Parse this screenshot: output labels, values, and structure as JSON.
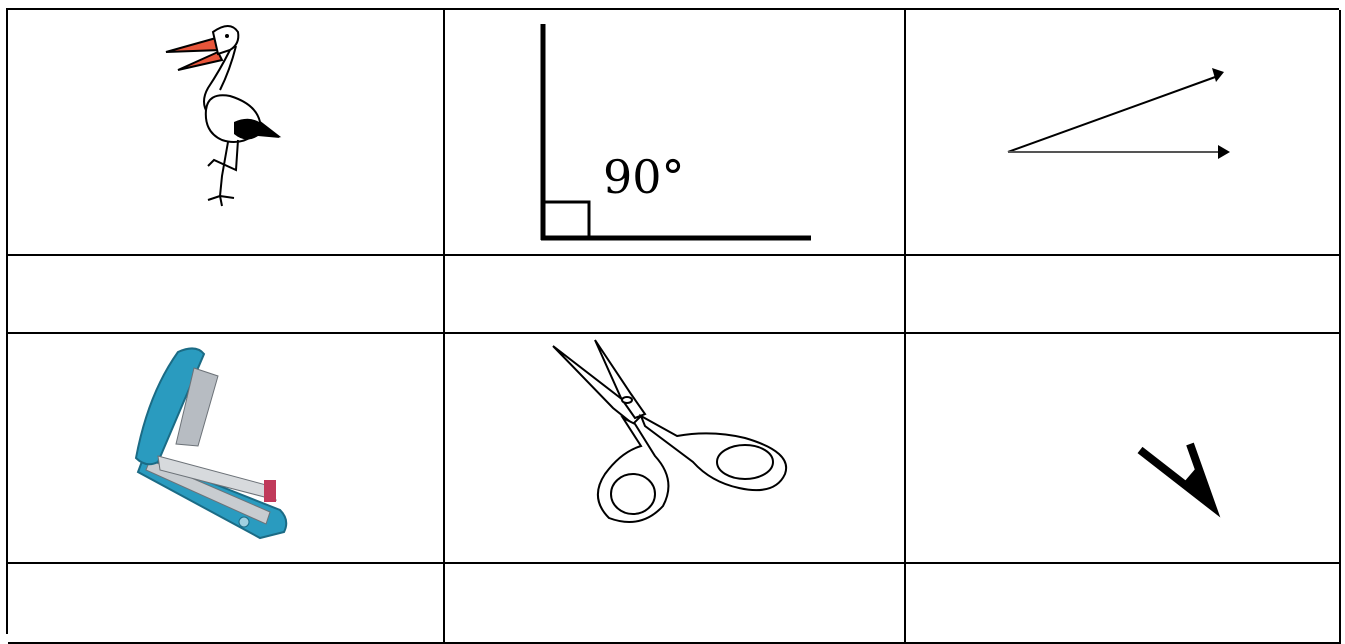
{
  "table": {
    "rows": [
      {
        "cells": [
          {
            "picture": "stork-illustration",
            "caption": ""
          },
          {
            "picture": "right-angle-diagram",
            "caption": "",
            "angle_label": "90°"
          },
          {
            "picture": "acute-angle-arrows",
            "caption": ""
          }
        ]
      },
      {
        "cells": [
          {
            "caption": ""
          },
          {
            "caption": ""
          },
          {
            "caption": ""
          }
        ]
      },
      {
        "cells": [
          {
            "picture": "stapler-photo",
            "caption": ""
          },
          {
            "picture": "scissors-drawing",
            "caption": ""
          },
          {
            "picture": "acute-angle-mark",
            "caption": ""
          }
        ]
      },
      {
        "cells": [
          {
            "caption": ""
          },
          {
            "caption": ""
          },
          {
            "caption": ""
          }
        ]
      }
    ]
  },
  "colors": {
    "line": "#000000",
    "stork_beak": "#e8553a",
    "stapler_blue": "#2a9bbf"
  }
}
